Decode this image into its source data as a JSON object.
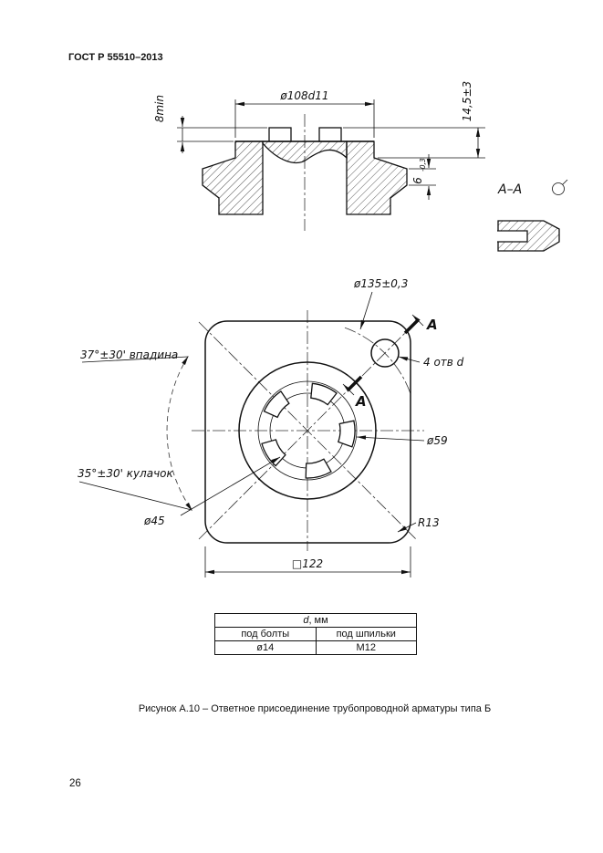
{
  "page": {
    "header": "ГОСТ Р 55510–2013",
    "caption": "Рисунок А.10 – Ответное присоединение трубопроводной арматуры типа Б",
    "page_number": "26"
  },
  "section_view": {
    "dim_spigot": "ø108d11",
    "dim_min_height": "8min",
    "dim_lug_height": "14,5±3",
    "dim_shoulder": "6",
    "dim_shoulder_tol": "-0,3",
    "label": "А–А"
  },
  "plan_view": {
    "dim_bolt_circle": "ø135±0,3",
    "holes_note": "4 отв d",
    "valley": "37°±30' впадина",
    "cam": "35°±30' кулачок",
    "dim_inner": "ø45",
    "dim_outer": "ø59",
    "radius": "R13",
    "square": "□122",
    "cut_label": "А"
  },
  "table": {
    "header_d": "d",
    "header_unit": ", мм",
    "columns": [
      "под болты",
      "под шпильки"
    ],
    "values": [
      "ø14",
      "М12"
    ]
  }
}
